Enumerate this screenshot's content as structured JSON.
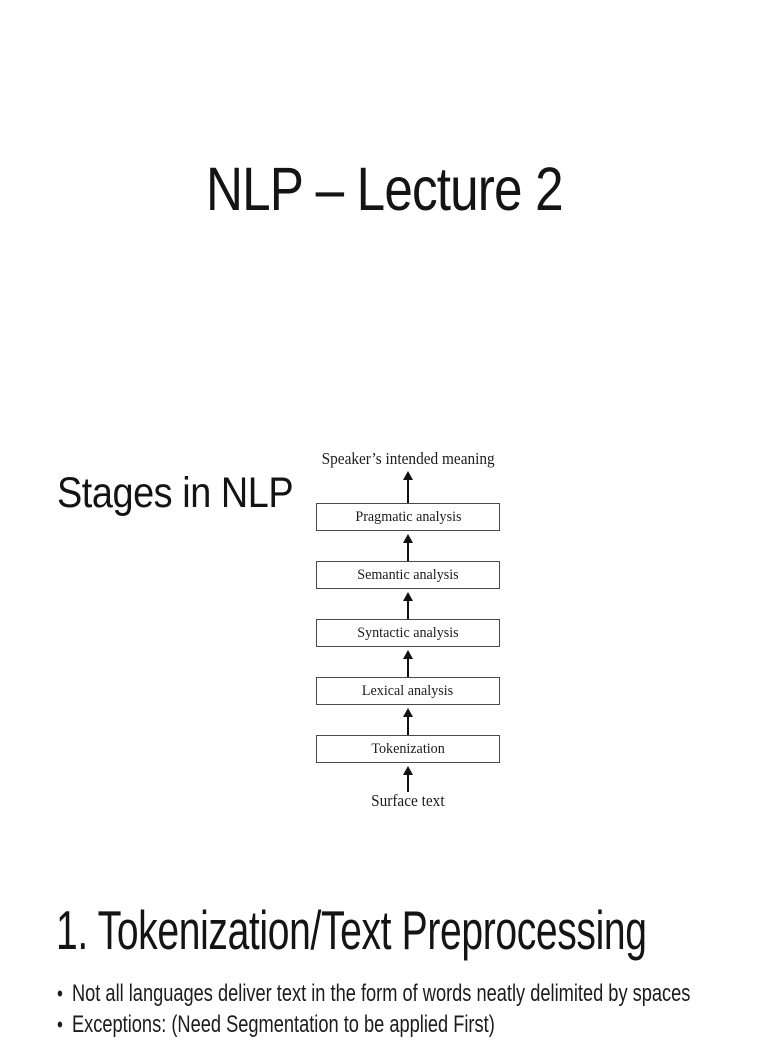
{
  "colors": {
    "background": "#ffffff",
    "text": "#141414",
    "diagram_box_border": "#4a4a4a"
  },
  "slides": {
    "title_slide": {
      "title": "NLP – Lecture 2"
    },
    "stages_slide": {
      "heading": "Stages in NLP",
      "diagram": {
        "top_label": "Speaker’s intended meaning",
        "stages": [
          "Pragmatic analysis",
          "Semantic analysis",
          "Syntactic analysis",
          "Lexical analysis",
          "Tokenization"
        ],
        "bottom_label": "Surface text"
      }
    },
    "tokenization_slide": {
      "heading": "1. Tokenization/Text Preprocessing",
      "bullet_char": "•",
      "bullets": [
        "Not all languages deliver text in the form of words neatly delimited by spaces",
        "Exceptions: (Need Segmentation to be applied First)"
      ]
    }
  }
}
